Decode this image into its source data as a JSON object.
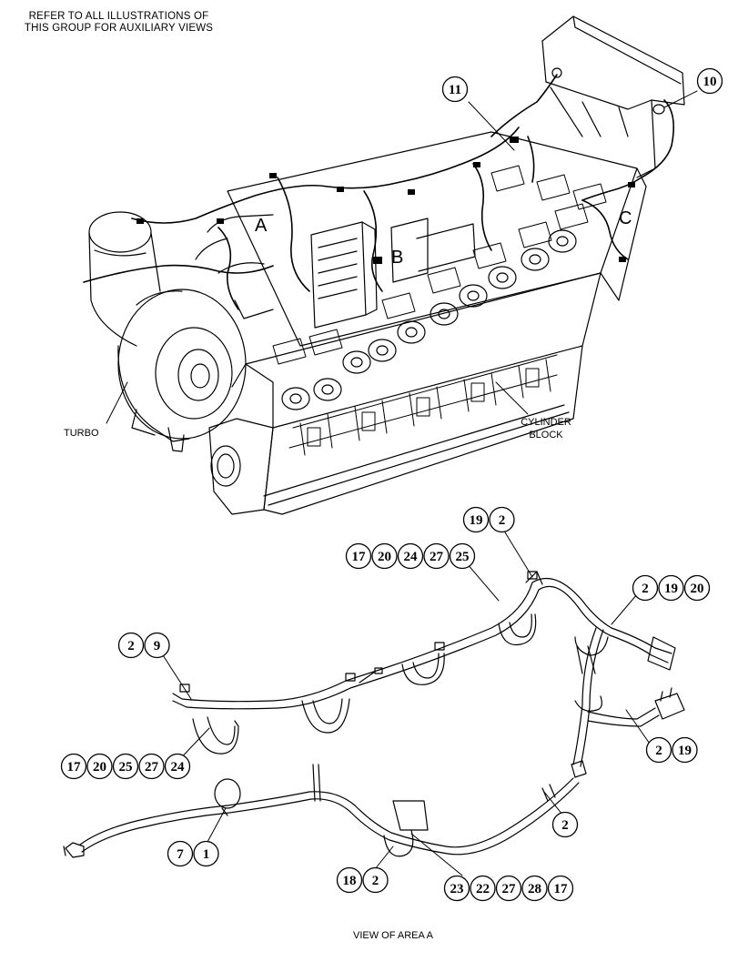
{
  "header_note": [
    "REFER TO ALL ILLUSTRATIONS OF",
    "THIS GROUP FOR AUXILIARY VIEWS"
  ],
  "labels": {
    "turbo": "TURBO",
    "cylinder_block": [
      "CYLINDER",
      "BLOCK"
    ],
    "area_a": "A",
    "area_b": "B",
    "area_c": "C",
    "view_caption": "VIEW OF AREA A"
  },
  "callouts": [
    {
      "id": "c-11",
      "numbers": [
        "11"
      ]
    },
    {
      "id": "c-10",
      "numbers": [
        "10"
      ]
    },
    {
      "id": "c-19-2-top",
      "numbers": [
        "19",
        "2"
      ]
    },
    {
      "id": "c-17-20-24-27-25",
      "numbers": [
        "17",
        "20",
        "24",
        "27",
        "25"
      ]
    },
    {
      "id": "c-2-19-20",
      "numbers": [
        "2",
        "19",
        "20"
      ]
    },
    {
      "id": "c-2-9",
      "numbers": [
        "2",
        "9"
      ]
    },
    {
      "id": "c-2-19",
      "numbers": [
        "2",
        "19"
      ]
    },
    {
      "id": "c-17-20-25-27-24",
      "numbers": [
        "17",
        "20",
        "25",
        "27",
        "24"
      ]
    },
    {
      "id": "c-2",
      "numbers": [
        "2"
      ]
    },
    {
      "id": "c-7-1",
      "numbers": [
        "7",
        "1"
      ]
    },
    {
      "id": "c-18-2",
      "numbers": [
        "18",
        "2"
      ]
    },
    {
      "id": "c-23-22-27-28-17",
      "numbers": [
        "23",
        "22",
        "27",
        "28",
        "17"
      ]
    }
  ]
}
